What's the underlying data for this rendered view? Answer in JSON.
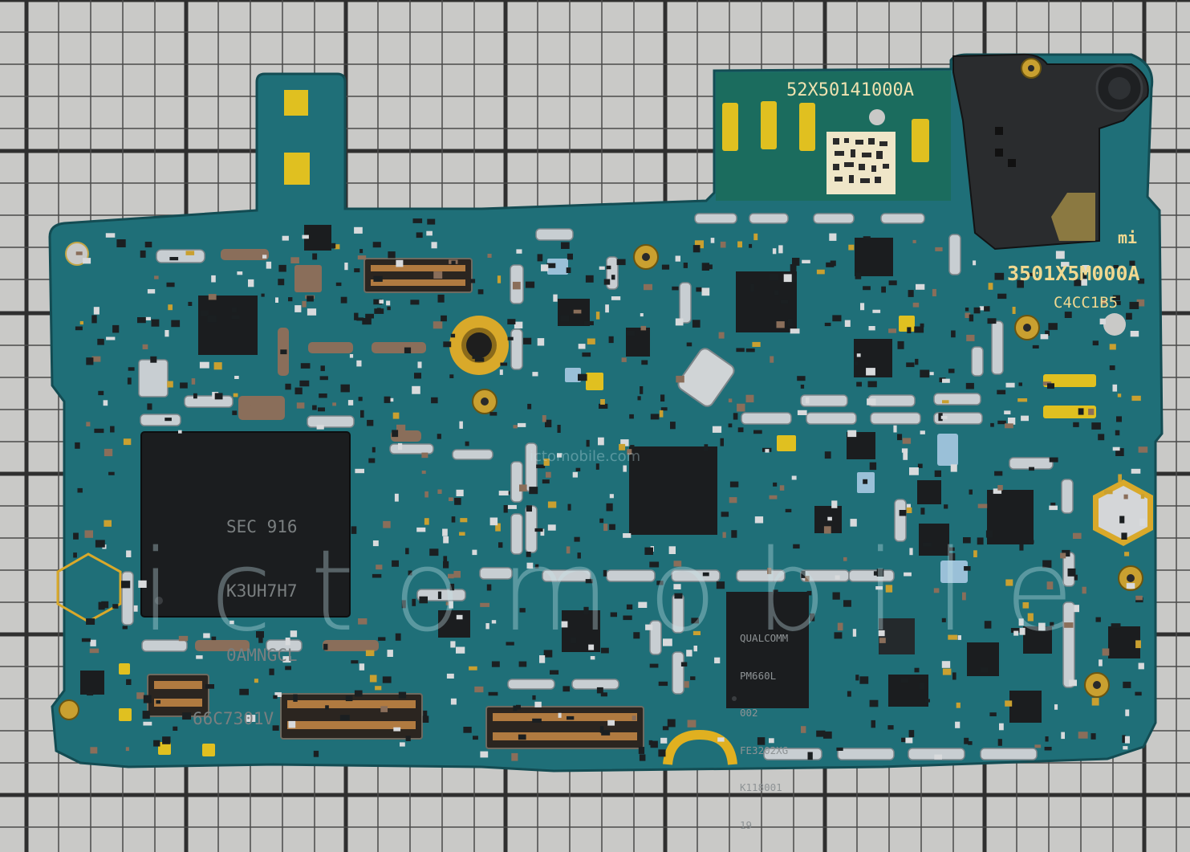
{
  "board": {
    "label_top": "52X50141000A",
    "label_part": "3501X5M000A",
    "label_code": "C4CC1B5",
    "logo": "mi"
  },
  "chips": {
    "memory": {
      "line1": "SEC 916",
      "line2": "K3UH7H7",
      "line3": "0AMNGCL",
      "line4": "66C7301V"
    },
    "pmic": {
      "line1": "QUALCOMM",
      "line2": "PM660L",
      "line3": "002",
      "line4": "FE3202XG",
      "line5": "K118001",
      "line6": "19"
    }
  },
  "watermark": {
    "brand": "ictomobile",
    "url": "ictomobile.com"
  },
  "colors": {
    "background": "#c9c9c7",
    "grid_line": "#2b2b2b",
    "pcb": "#1f6f78",
    "pcb_dark": "#15525a",
    "silkscreen": "#f0d890",
    "gold": "#d9a92a",
    "chip": "#1b1d1f"
  }
}
